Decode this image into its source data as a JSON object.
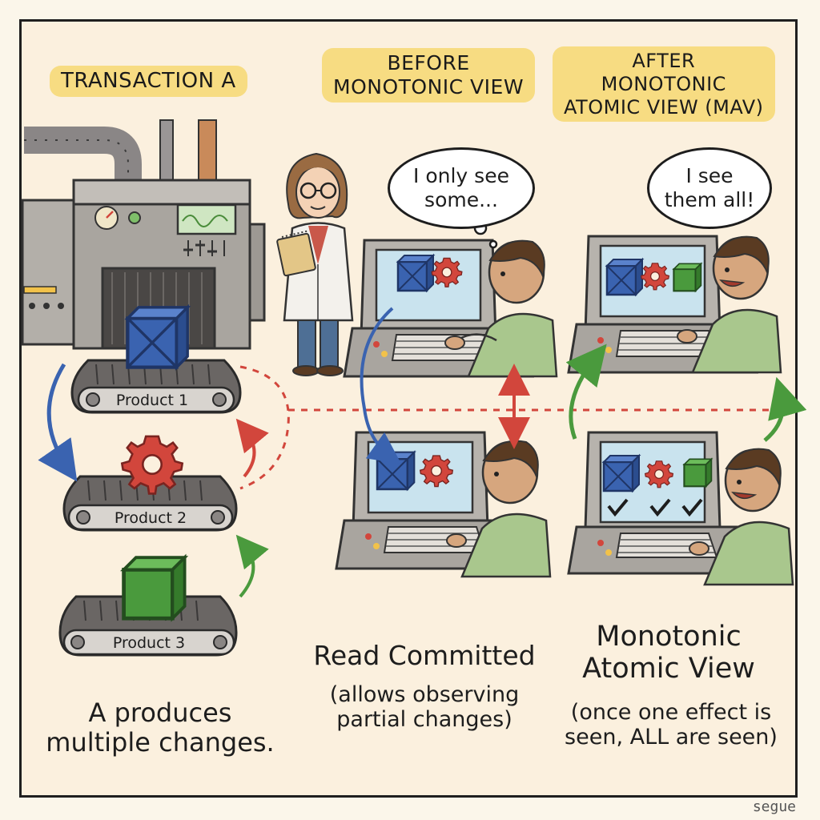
{
  "labels": {
    "transaction_a": "TRANSACTION A",
    "before": "BEFORE\nMONOTONIC VIEW",
    "after": "AFTER\nMONOTONIC\nATOMIC VIEW (MAV)"
  },
  "belts": {
    "product1": "Product 1",
    "product2": "Product 2",
    "product3": "Product 3"
  },
  "bubbles": {
    "before": "I only see\nsome...",
    "after": "I see\nthem all!"
  },
  "captions": {
    "left": "A produces\nmultiple changes.",
    "middle_title": "Read Committed",
    "middle_sub": "(allows observing\npartial changes)",
    "right_title": "Monotonic\nAtomic View",
    "right_sub": "(once one effect is\nseen, ALL are seen)"
  },
  "signature": "segue",
  "colors": {
    "blue_crate": "#3a63b0",
    "red_gear": "#d2463c",
    "green_cube": "#4a9a3d",
    "label_bg": "#f7dc82",
    "screen": "#c9e3ee"
  }
}
